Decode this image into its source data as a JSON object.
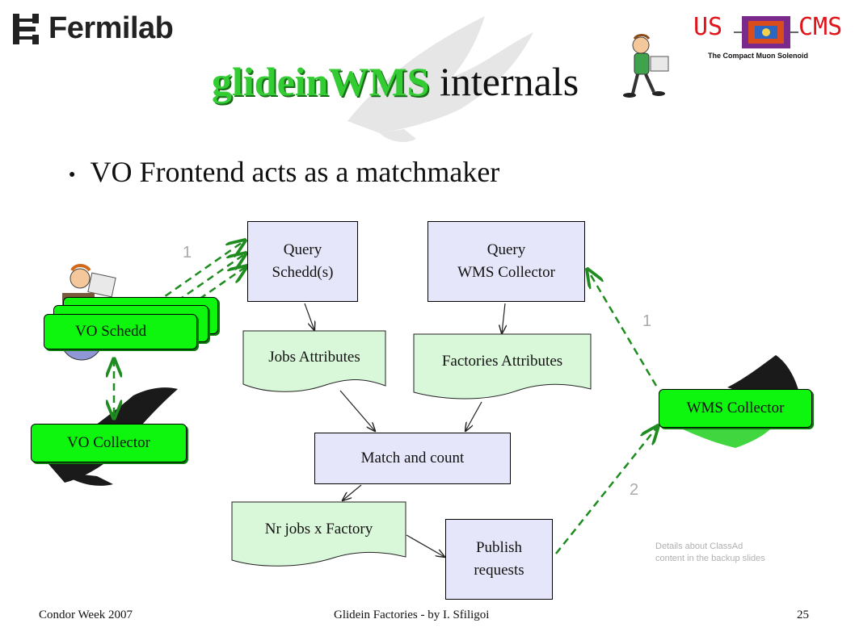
{
  "header": {
    "lab_name": "Fermilab",
    "cms_us": "US",
    "cms_name": "CMS",
    "cms_subtitle": "The Compact Muon Solenoid"
  },
  "title": {
    "highlight": "glideinWMS",
    "rest": " internals"
  },
  "bullet": {
    "symbol": "●",
    "text": "VO Frontend acts as a matchmaker"
  },
  "diagram": {
    "query_schedd": [
      "Query",
      "Schedd(s)"
    ],
    "query_collector": [
      "Query",
      "WMS Collector"
    ],
    "jobs_attributes": "Jobs Attributes",
    "factories_attributes": "Factories Attributes",
    "match_count": "Match and count",
    "nr_jobs": "Nr jobs x Factory",
    "publish": [
      "Publish",
      "requests"
    ],
    "vo_schedd": "VO Schedd",
    "vo_collector": "VO Collector",
    "wms_collector": "WMS Collector",
    "step_left": "1",
    "step_right": "1",
    "step_publish": "2"
  },
  "note": [
    "Details about ClassAd",
    "content in the backup slides"
  ],
  "footer": {
    "left": "Condor Week 2007",
    "center": "Glidein Factories - by I. Sfiligoi",
    "page": "25"
  },
  "colors": {
    "process_fill": "#e6e6fa",
    "document_fill": "#d9f7d9",
    "node_green": "#0ef50e",
    "arrow_green": "#1e8c1e"
  }
}
